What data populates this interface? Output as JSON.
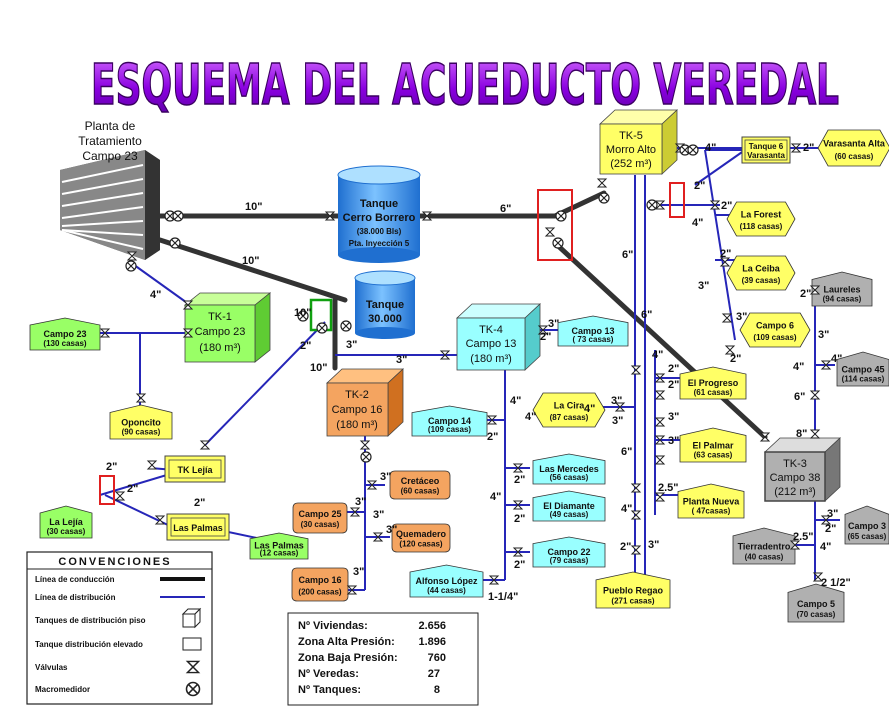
{
  "title": "ESQUEMA DEL ACUEDUCTO VEREDAL",
  "plant": {
    "line1": "Planta de",
    "line2": "Tratamiento",
    "line3": "Campo 23"
  },
  "tank_main": {
    "line1": "Tanque",
    "line2": "Cerro Borrero",
    "line3": "(38.000 Bls)",
    "line4": "Pta. Inyección 5"
  },
  "tank_30": {
    "line1": "Tanque",
    "line2": "30.000"
  },
  "tk1": {
    "name": "TK-1",
    "place": "Campo 23",
    "volume": "(180 m³)"
  },
  "tk2": {
    "name": "TK-2",
    "place": "Campo 16",
    "volume": "(180 m³)"
  },
  "tk3": {
    "name": "TK-3",
    "place": "Campo 38",
    "volume": "(212 m³)"
  },
  "tk4": {
    "name": "TK-4",
    "place": "Campo 13",
    "volume": "(180 m³)"
  },
  "tk5": {
    "name": "TK-5",
    "place": "Morro Alto",
    "volume": "(252 m³)"
  },
  "tk_lejia": "TK Lejía",
  "tk_palmas": "Las Palmas",
  "tanque6": {
    "line1": "Tanque 6",
    "line2": "Varasanta"
  },
  "nodes": {
    "campo23": {
      "name": "Campo 23",
      "casas": "(130 casas)"
    },
    "oponcito": {
      "name": "Oponcito",
      "casas": "(90 casas)"
    },
    "lalejia": {
      "name": "La Lejía",
      "casas": "(30 casas)"
    },
    "laspalmas": {
      "name": "Las Palmas",
      "casas": "(12 casas)"
    },
    "campo25": {
      "name": "Campo 25",
      "casas": "(30 casas)"
    },
    "campo16": {
      "name": "Campo 16",
      "casas": "(200 casas)"
    },
    "cretaceo": {
      "name": "Cretáceo",
      "casas": "(60 casas)"
    },
    "quemadero": {
      "name": "Quemadero",
      "casas": "(120 casas)"
    },
    "campo14": {
      "name": "Campo 14",
      "casas": "(109 casas)"
    },
    "campo13": {
      "name": "Campo 13",
      "casas": "( 73 casas)"
    },
    "lacira": {
      "name": "La Cira",
      "casas": "(87 casas)"
    },
    "lasmercedes": {
      "name": "Las Mercedes",
      "casas": "(56 casas)"
    },
    "eldiamante": {
      "name": "El Diamante",
      "casas": "(49 casas)"
    },
    "campo22": {
      "name": "Campo 22",
      "casas": "(79 casas)"
    },
    "alfonso": {
      "name": "Alfonso López",
      "casas": "(44 casas)"
    },
    "pueblo": {
      "name": "Pueblo Regao",
      "casas": "(271 casas)"
    },
    "elprogreso": {
      "name": "El Progreso",
      "casas": "(61 casas)"
    },
    "elpalmar": {
      "name": "El Palmar",
      "casas": "(63 casas)"
    },
    "plantanueva": {
      "name": "Planta Nueva",
      "casas": "( 47casas)"
    },
    "laforest": {
      "name": "La Forest",
      "casas": "(118 casas)"
    },
    "laceiba": {
      "name": "La Ceiba",
      "casas": "(39 casas)"
    },
    "campo6": {
      "name": "Campo 6",
      "casas": "(109 casas)"
    },
    "varasanta": {
      "name": "Varasanta Alta",
      "casas": "(60 casas)"
    },
    "laureles": {
      "name": "Laureles",
      "casas": "(94 casas)"
    },
    "campo45": {
      "name": "Campo 45",
      "casas": "(114 casas)"
    },
    "campo3": {
      "name": "Campo 3",
      "casas": "(65 casas)"
    },
    "tierradentro": {
      "name": "Tierradentro",
      "casas": "(40 casas)"
    },
    "campo5": {
      "name": "Campo 5",
      "casas": "(70 casas)"
    }
  },
  "sizes": {
    "p10a": "10\"",
    "p10b": "10\"",
    "p4a": "4\"",
    "p6a": "6\"",
    "p10c": "10\"",
    "p2a": "2\"",
    "p3a": "3\"",
    "p3b": "3\"",
    "p10d": "10\"",
    "p2b": "2\"",
    "p2c": "2\"",
    "p2d": "2\"",
    "p3c": "3\"",
    "p3d": "3\"",
    "p3e": "3\"",
    "p3f": "3\"",
    "p3g": "3\"",
    "p2e": "2\"",
    "p4b": "4\"",
    "p4c": "4\"",
    "p14": "1-1/4\"",
    "p2f": "2\"",
    "p2g": "2\"",
    "p2h": "2\"",
    "p6b": "6\"",
    "p6c": "6\"",
    "p6d": "6\"",
    "p2i": "2\"",
    "p4d": "4\"",
    "p3h": "3\"",
    "p4e": "4\"",
    "p3i": "3\"",
    "p3j": "3\"",
    "p3k": "3\"",
    "p25": "2.5\"",
    "p2j": "2\"",
    "p4f": "4\"",
    "p2k": "2\"",
    "p4g": "4\"",
    "p2l": "2\"",
    "p3l": "3\"",
    "p2m": "2\"",
    "p4h": "4\"",
    "p6e": "6\"",
    "p8": "8\"",
    "p2n": "2\"",
    "p3m": "3\"",
    "p3n": "3\"",
    "p2o": "2\"",
    "p3o": "3\"",
    "p2p": "2\"",
    "p4i": "4\"",
    "p4j": "4\"",
    "p3p": "3\"",
    "p2q": "2\"",
    "p25b": "2.5\"",
    "p4k": "4\"",
    "p212": "2 1/2\"",
    "p2r": "2\"",
    "p2s": "2\"",
    "p3q": "3\"",
    "p4l": "4\""
  },
  "legend": {
    "title": "CONVENCIONES",
    "items": [
      "Línea de conducción",
      "Línea de distribución",
      "Tanques de distribución piso",
      "Tanque distribución elevado",
      "Válvulas",
      "Macromedidor"
    ]
  },
  "stats": [
    {
      "label": "Nº Viviendas:",
      "value": "2.656"
    },
    {
      "label": "Zona Alta Presión:",
      "value": "1.896"
    },
    {
      "label": "Zona Baja Presión:",
      "value": "760"
    },
    {
      "label": "Nº Veredas:",
      "value": "27"
    },
    {
      "label": "Nº Tanques:",
      "value": "8"
    }
  ],
  "colors": {
    "conduction": "#333333",
    "distribution": "#2626b8",
    "yellow_node": "#ffff66",
    "cyan_node": "#99ffff",
    "orange_node": "#f4a460",
    "green_node": "#99ff66",
    "gray_node": "#b0b0b0",
    "tank_blue": "#4fa8ff",
    "marker_red": "#e02020",
    "marker_green": "#10a010",
    "title_fill": "#9b00e8"
  }
}
